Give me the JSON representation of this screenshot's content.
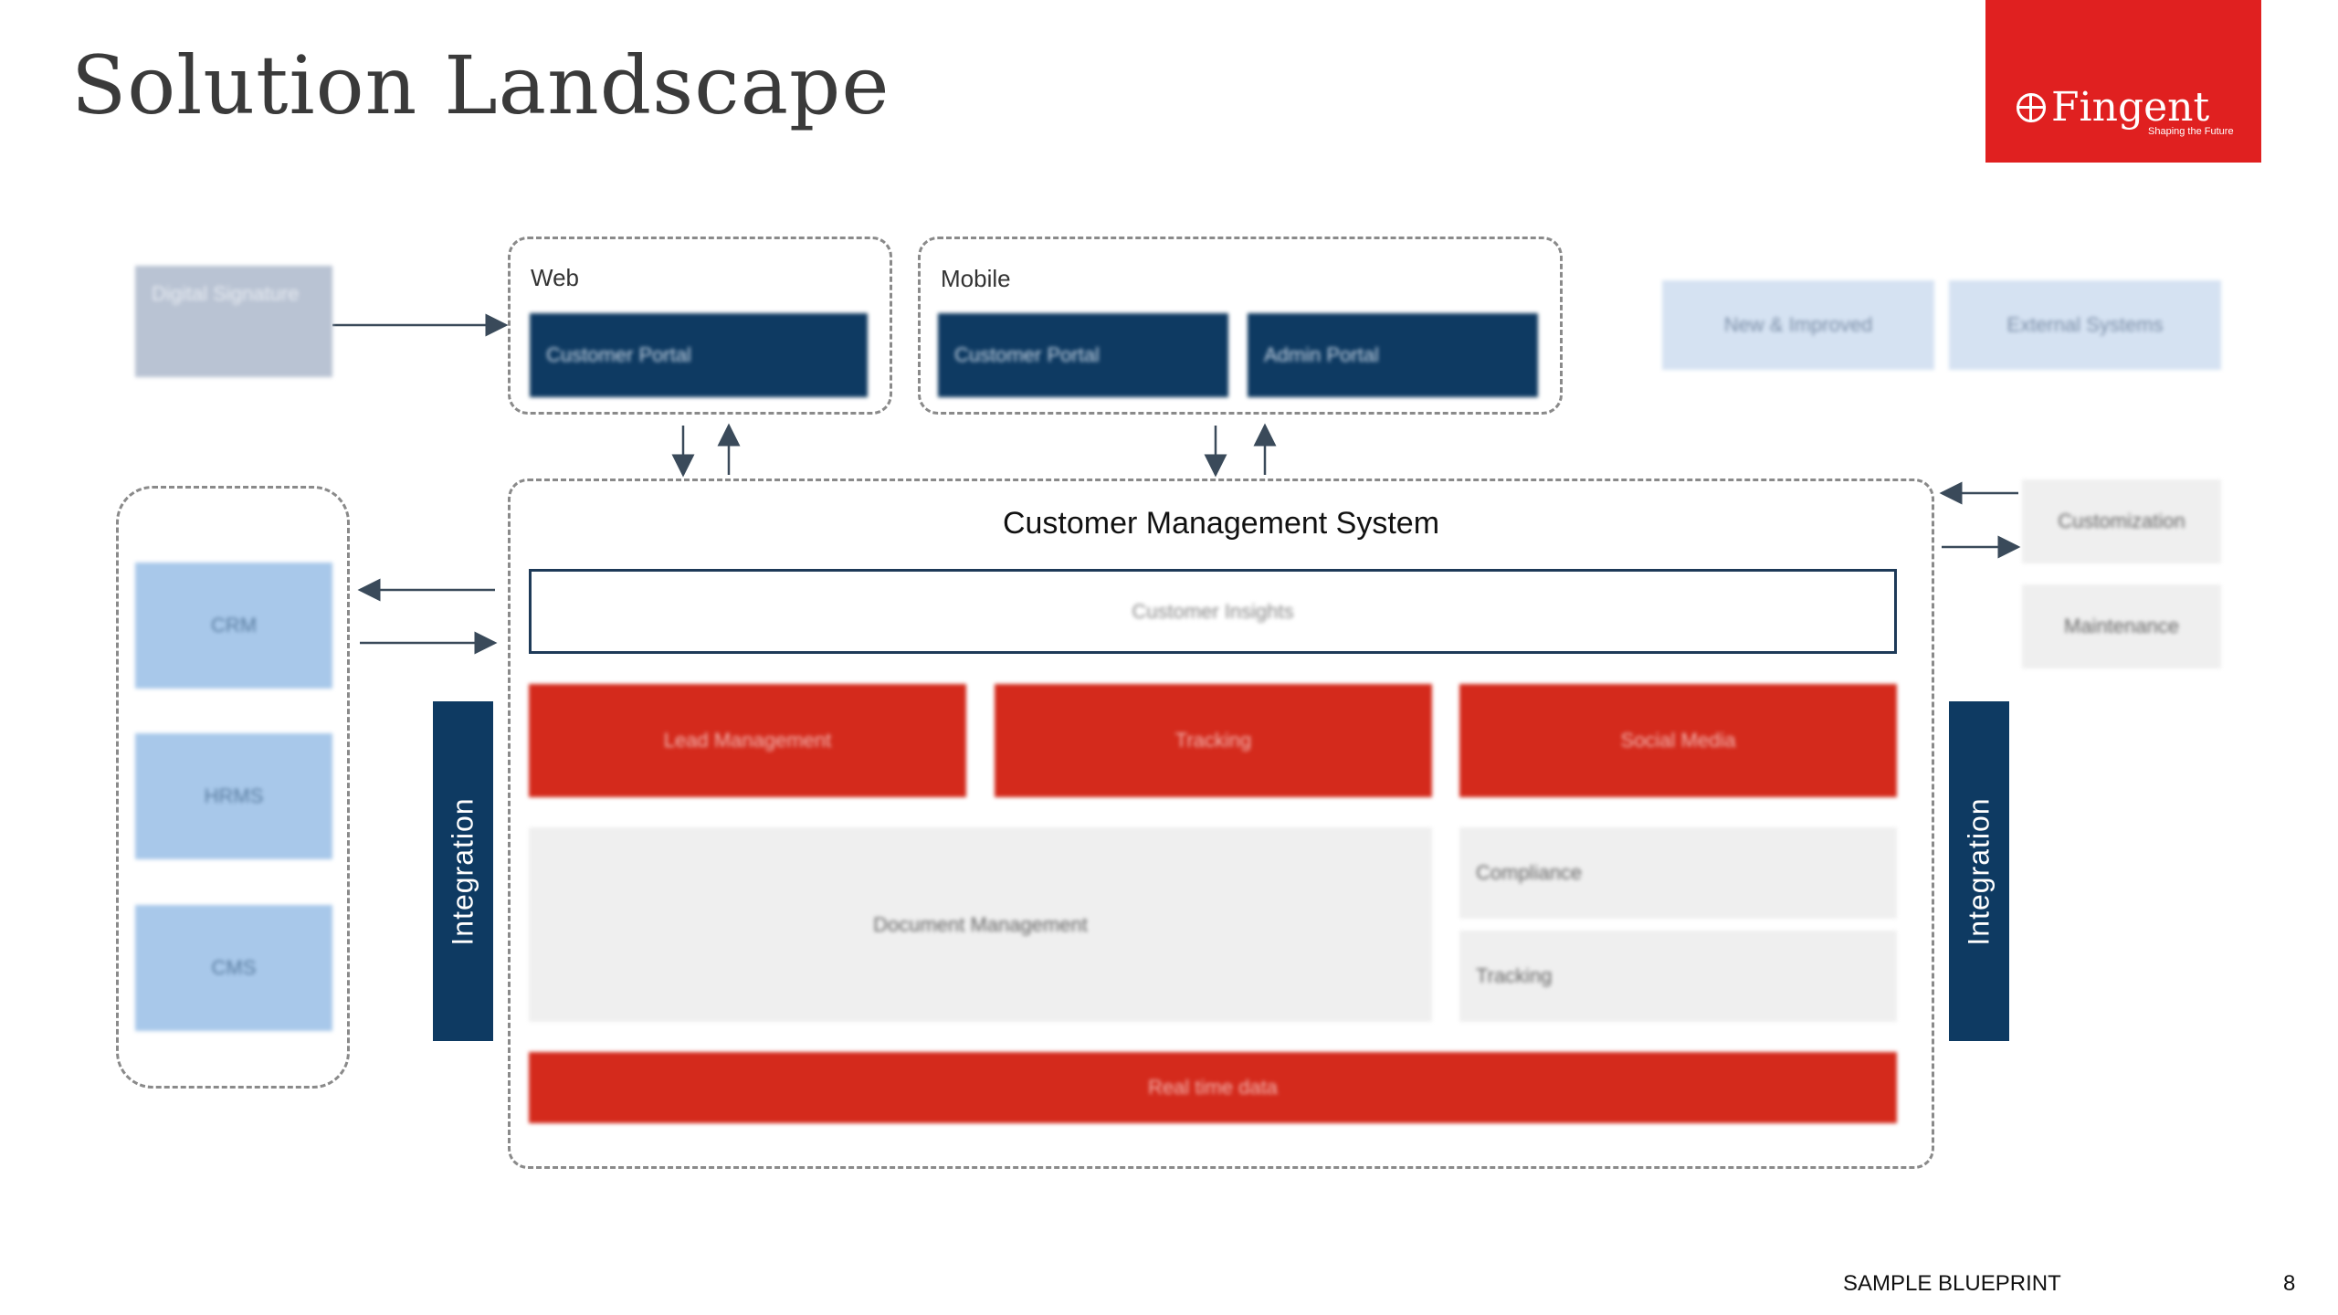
{
  "title": "Solution Landscape",
  "logo": {
    "name": "Fingent",
    "tagline": "Shaping the Future"
  },
  "web": {
    "label": "Web",
    "items": [
      "Customer Portal"
    ]
  },
  "mobile": {
    "label": "Mobile",
    "items": [
      "Customer Portal",
      "Admin Portal"
    ]
  },
  "digital_signature": "Digital Signature",
  "top_right": [
    "New & Improved",
    "External Systems"
  ],
  "left_systems": [
    "CRM",
    "HRMS",
    "CMS"
  ],
  "integration_label": "Integration",
  "cms": {
    "title": "Customer Management System",
    "insights": "Customer Insights",
    "red_row": [
      "Lead Management",
      "Tracking",
      "Social Media"
    ],
    "document_management": "Document Management",
    "compliance": "Compliance",
    "tracking": "Tracking",
    "realtime": "Real time data"
  },
  "right_services": [
    "Customization",
    "Maintenance"
  ],
  "footer": {
    "label": "SAMPLE BLUEPRINT",
    "page": "8"
  },
  "colors": {
    "navy": "#0e3a62",
    "red": "#d42a1c",
    "logo_red": "#e02020",
    "light_blue": "#a8c8ea"
  }
}
